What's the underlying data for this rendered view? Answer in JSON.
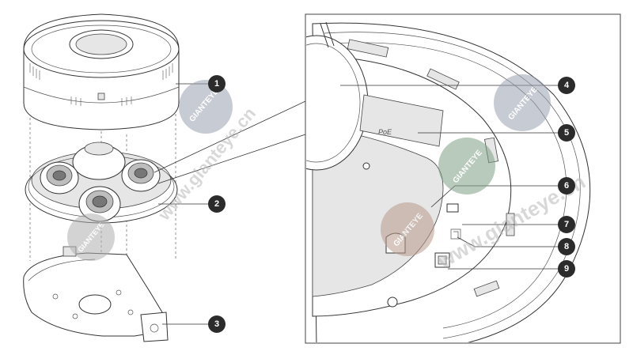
{
  "callouts": [
    {
      "id": 1,
      "label": "1"
    },
    {
      "id": 2,
      "label": "2"
    },
    {
      "id": 3,
      "label": "3"
    },
    {
      "id": 4,
      "label": "4"
    },
    {
      "id": 5,
      "label": "5"
    },
    {
      "id": 6,
      "label": "6"
    },
    {
      "id": 7,
      "label": "7"
    },
    {
      "id": 8,
      "label": "8"
    },
    {
      "id": 9,
      "label": "9"
    }
  ],
  "detail_text": {
    "poe": "PoE"
  },
  "watermark": {
    "badge_text": "GIANTEYE",
    "url_text": "www.gianteye.cn"
  },
  "colors": {
    "callout_fill": "#2b2b2b",
    "line": "#333333",
    "watermark_badge": "#9aa0b0",
    "watermark_badge_green": "#7d9e84"
  }
}
